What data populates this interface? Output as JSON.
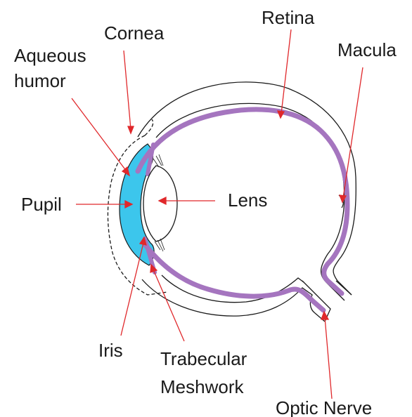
{
  "labels": {
    "cornea": "Cornea",
    "retina": "Retina",
    "macula": "Macula",
    "aqueous_line1": "Aqueous",
    "aqueous_line2": "humor",
    "pupil": "Pupil",
    "lens": "Lens",
    "iris": "Iris",
    "trabecular_line1": "Trabecular",
    "trabecular_line2": "Meshwork",
    "optic_nerve": "Optic Nerve"
  },
  "colors": {
    "choroid_band": "#a575bf",
    "aqueous_fill": "#3cc6ec",
    "pointer": "#e0282b",
    "outline": "#1a1a1a",
    "text": "#1a1a1a"
  }
}
